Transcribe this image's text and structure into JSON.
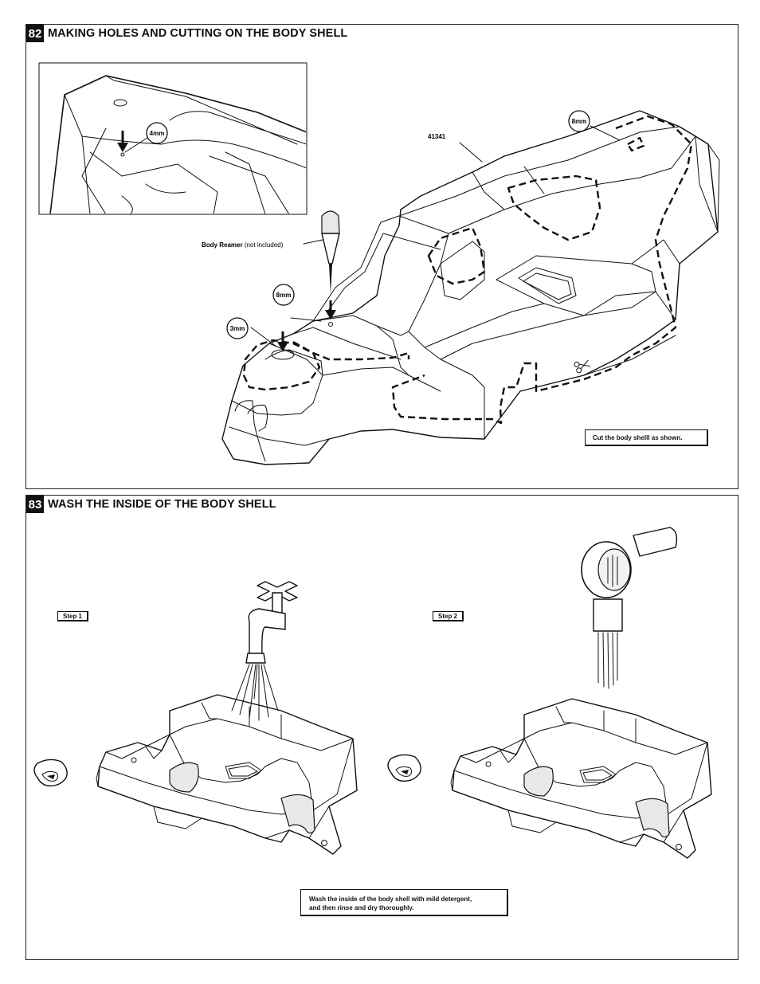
{
  "step82": {
    "number": "82",
    "title": "MAKING HOLES AND CUTTING ON THE BODY SHELL",
    "callouts": {
      "hole_4mm": "4mm",
      "hole_8mm_rear": "8mm",
      "hole_8mm_front": "8mm",
      "hole_3mm": "3mm",
      "part_number": "41341",
      "reamer_label": "Body Reamer",
      "reamer_note": "(not included)"
    },
    "note": "Cut the body shelll as shown."
  },
  "step83": {
    "number": "83",
    "title": "WASH THE INSIDE OF THE BODY SHELL",
    "step1_label": "Step 1",
    "step2_label": "Step 2",
    "note_line1": "Wash the inside of the body shell with mild detergent,",
    "note_line2": "and then rinse and dry thoroughly."
  }
}
